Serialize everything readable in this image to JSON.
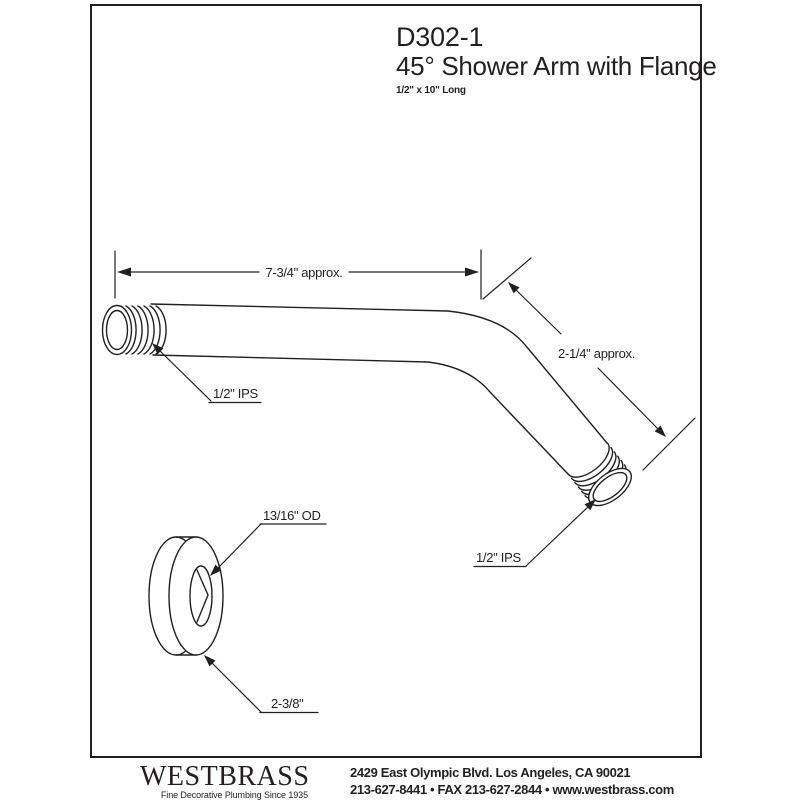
{
  "page": {
    "background": "#ffffff",
    "line_color": "#231f20"
  },
  "title_block": {
    "model": "D302-1",
    "product_name": "45° Shower Arm with Flange",
    "size": "1/2\" x 10\" Long"
  },
  "diagram": {
    "labels": {
      "arm_length": "7-3/4\" approx.",
      "bend_length": "2-1/4\" approx.",
      "ips_left": "1/2\" IPS",
      "ips_bottom": "1/2\" IPS",
      "flange_od": "13/16\" OD",
      "flange_diameter": "2-3/8\""
    }
  },
  "footer": {
    "logo": "WESTBRASS",
    "tagline": "Fine Decorative Plumbing Since 1935",
    "address": "2429 East Olympic Blvd. Los Angeles, CA  90021",
    "contact": "213-627-8441 • FAX 213-627-2844 • www.westbrass.com"
  }
}
